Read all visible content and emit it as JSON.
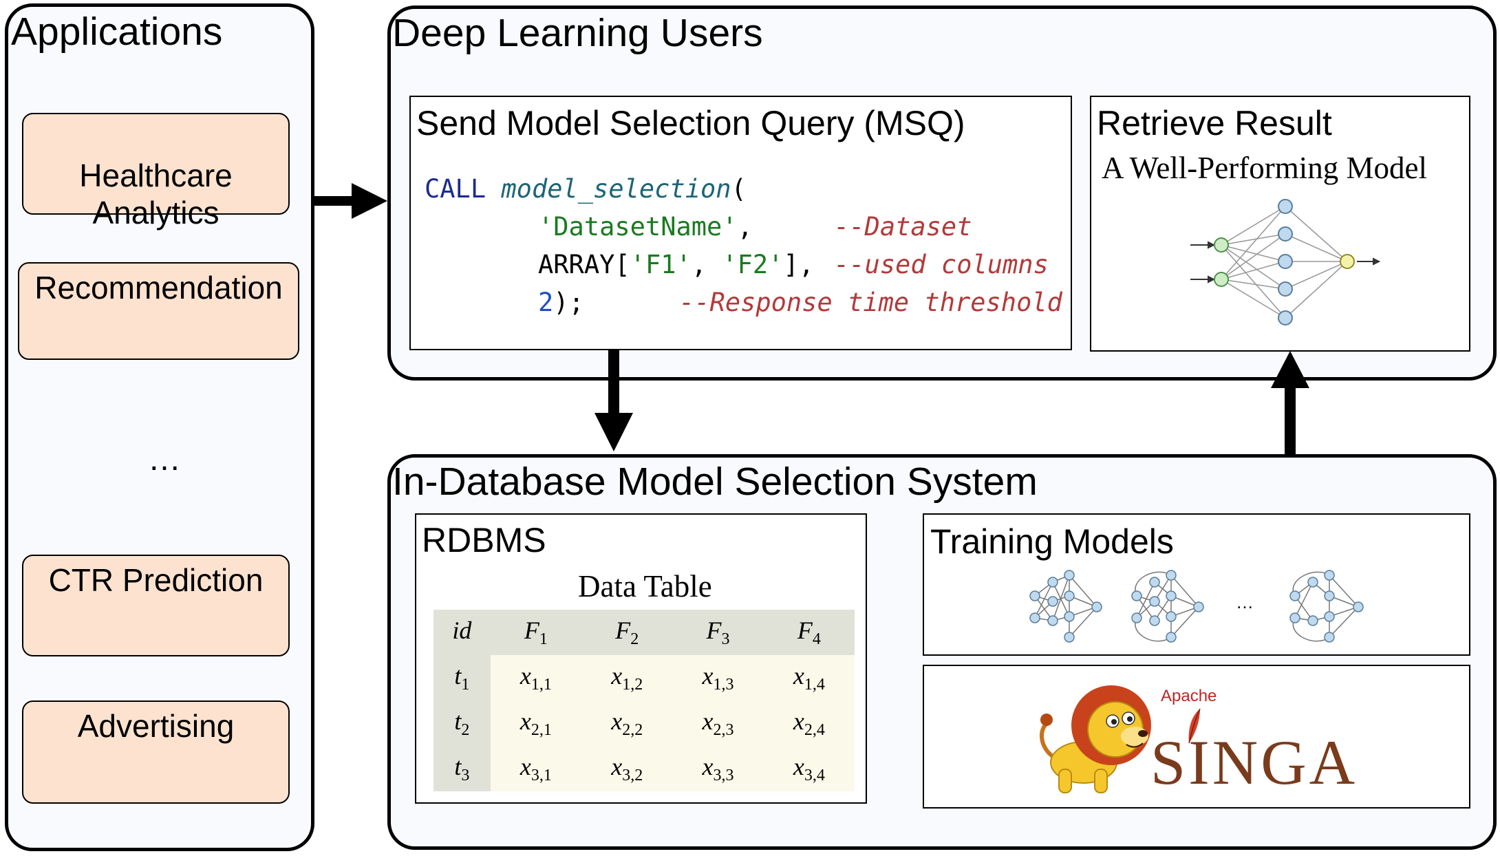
{
  "applications": {
    "title": "Applications",
    "items": [
      "Healthcare\nAnalytics",
      "Recommendation",
      "CTR Prediction",
      "Advertising"
    ],
    "ellipsis": "…"
  },
  "users": {
    "title": "Deep Learning Users",
    "msq": {
      "title": "Send Model Selection Query (MSQ)",
      "code": {
        "call": "CALL",
        "func": "model_selection",
        "dataset_value": "'DatasetName'",
        "dataset_comment": "--Dataset",
        "array_kw": "ARRAY",
        "col1": "'F1'",
        "col2": "'F2'",
        "columns_comment": "--used columns",
        "threshold_value": "2",
        "threshold_comment": "--Response time threshold"
      }
    },
    "result": {
      "title": "Retrieve Result",
      "subtitle": "A Well-Performing Model"
    }
  },
  "system": {
    "title": "In-Database Model Selection System",
    "rdbms": {
      "title": "RDBMS",
      "table_title": "Data Table",
      "columns": [
        {
          "base": "id",
          "sub": ""
        },
        {
          "base": "F",
          "sub": "1"
        },
        {
          "base": "F",
          "sub": "2"
        },
        {
          "base": "F",
          "sub": "3"
        },
        {
          "base": "F",
          "sub": "4"
        }
      ],
      "rows": [
        {
          "id": "t",
          "id_sub": "1",
          "cells": [
            [
              "x",
              "1,1"
            ],
            [
              "x",
              "1,2"
            ],
            [
              "x",
              "1,3"
            ],
            [
              "x",
              "1,4"
            ]
          ]
        },
        {
          "id": "t",
          "id_sub": "2",
          "cells": [
            [
              "x",
              "2,1"
            ],
            [
              "x",
              "2,2"
            ],
            [
              "x",
              "2,3"
            ],
            [
              "x",
              "2,4"
            ]
          ]
        },
        {
          "id": "t",
          "id_sub": "3",
          "cells": [
            [
              "x",
              "3,1"
            ],
            [
              "x",
              "3,2"
            ],
            [
              "x",
              "3,3"
            ],
            [
              "x",
              "3,4"
            ]
          ]
        }
      ]
    },
    "training": {
      "title": "Training Models",
      "ellipsis": "…"
    },
    "singa": {
      "apache": "Apache",
      "name": "SINGA"
    }
  },
  "colors": {
    "app_fill": "#fde3cf",
    "panel_fill": "#f9fafd",
    "node_blue": "#bfd9ee",
    "node_green": "#cdeec4",
    "node_yellow": "#f4f2a8",
    "singa_text": "#7a3b1c",
    "apache_text": "#c02626"
  }
}
